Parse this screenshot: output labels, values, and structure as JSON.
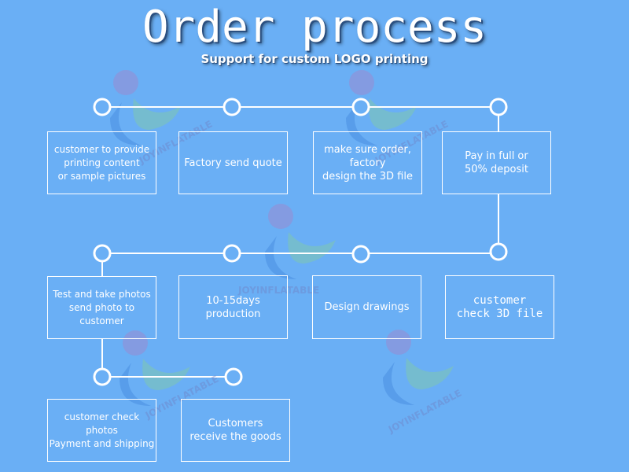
{
  "header": {
    "title": "Order process",
    "subtitle": "Support for custom LOGO printing"
  },
  "watermark": {
    "text": "JOYINFLATABLE"
  },
  "colors": {
    "background": "#6aaff5",
    "line": "#ffffff",
    "node_fill": "#6aaff5"
  },
  "steps": [
    {
      "id": "s1",
      "text": "customer to provide\nprinting content\nor sample pictures"
    },
    {
      "id": "s2",
      "text": "Factory send quote"
    },
    {
      "id": "s3",
      "text": "make sure order,\nfactory\ndesign the 3D file"
    },
    {
      "id": "s4",
      "text": "Pay in full or\n50% deposit"
    },
    {
      "id": "s5",
      "text": "customer\ncheck 3D file"
    },
    {
      "id": "s6",
      "text": "Design drawings"
    },
    {
      "id": "s7",
      "text": "10-15days\nproduction"
    },
    {
      "id": "s8",
      "text": "Test and take photos\nsend photo to customer"
    },
    {
      "id": "s9",
      "text": "customer check photos\nPayment and shipping"
    },
    {
      "id": "s10",
      "text": "Customers\nreceive the goods"
    }
  ]
}
